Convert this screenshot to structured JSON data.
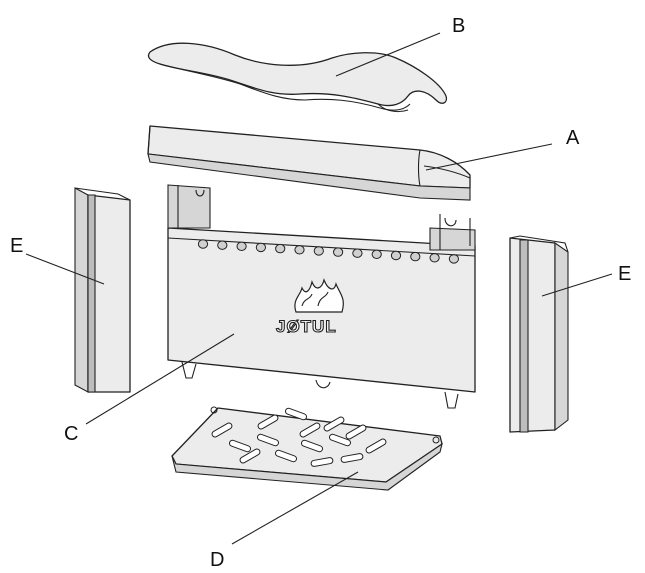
{
  "diagram": {
    "labels": {
      "A": "A",
      "B": "B",
      "C": "C",
      "D": "D",
      "E_left": "E",
      "E_right": "E"
    },
    "logo_text": "JØTUL"
  }
}
